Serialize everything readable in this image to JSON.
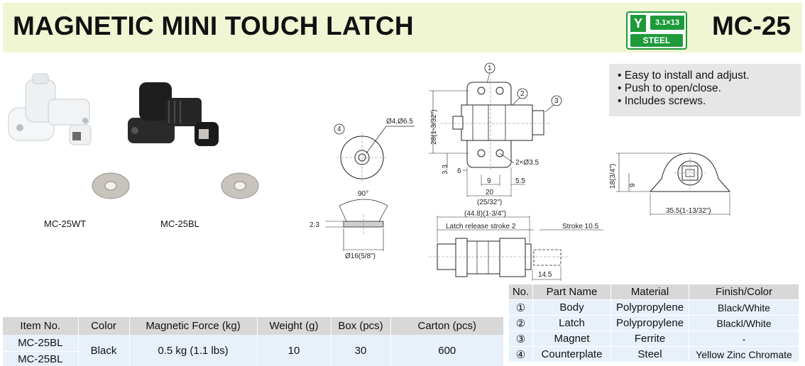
{
  "header": {
    "title": "MAGNETIC MINI TOUCH LATCH",
    "model": "MC-25",
    "badge": {
      "mark": "Y",
      "size": "3.1×13",
      "material": "STEEL"
    }
  },
  "features": [
    "• Easy to install and adjust.",
    "• Push to open/close.",
    "• Includes screws."
  ],
  "photos": {
    "white_label": "MC-25WT",
    "black_label": "MC-25BL"
  },
  "drawing": {
    "callouts": [
      "1",
      "2",
      "3",
      "4"
    ],
    "front": {
      "height": "28(1-3/32\")",
      "hole_offset": "3.3",
      "dim_6": "6",
      "dim_9": "9",
      "dim_5_5": "5.5",
      "width": "20",
      "width_in": "(25/32\")",
      "holes": "2×Ø3.5"
    },
    "counterplate": {
      "dia": "Ø4,Ø6.5",
      "angle": "90°",
      "thickness": "2.3",
      "outer": "Ø16(5/8\")"
    },
    "side": {
      "total": "(44.8)(1-3/4\")",
      "release": "Latch release stroke 2",
      "stroke": "Stroke 10.5",
      "ext": "14.5"
    },
    "end": {
      "height": "18(3/4\")",
      "dim_9": "9",
      "width": "35.5(1-13/32\")"
    }
  },
  "spec_table": {
    "headers": [
      "Item No.",
      "Color",
      "Magnetic Force (kg)",
      "Weight (g)",
      "Box (pcs)",
      "Carton (pcs)"
    ],
    "items": [
      "MC-25BL",
      "MC-25BL"
    ],
    "color": "Black",
    "force": "0.5 kg (1.1 lbs)",
    "weight": "10",
    "box": "30",
    "carton": "600"
  },
  "parts_table": {
    "headers": [
      "No.",
      "Part Name",
      "Material",
      "Finish/Color"
    ],
    "rows": [
      {
        "no": "①",
        "name": "Body",
        "material": "Polypropylene",
        "finish": "Black/White"
      },
      {
        "no": "②",
        "name": "Latch",
        "material": "Polypropylene",
        "finish": "Blackl/White"
      },
      {
        "no": "③",
        "name": "Magnet",
        "material": "Ferrite",
        "finish": "-"
      },
      {
        "no": "④",
        "name": "Counterplate",
        "material": "Steel",
        "finish": "Yellow Zinc Chromate"
      }
    ]
  },
  "colors": {
    "header_bg": "#f0f6d4",
    "badge_green": "#1e9a3a",
    "table_header": "#d8d8d8",
    "table_cell": "#e8f1fa",
    "feature_bg": "#e6e6e6"
  }
}
